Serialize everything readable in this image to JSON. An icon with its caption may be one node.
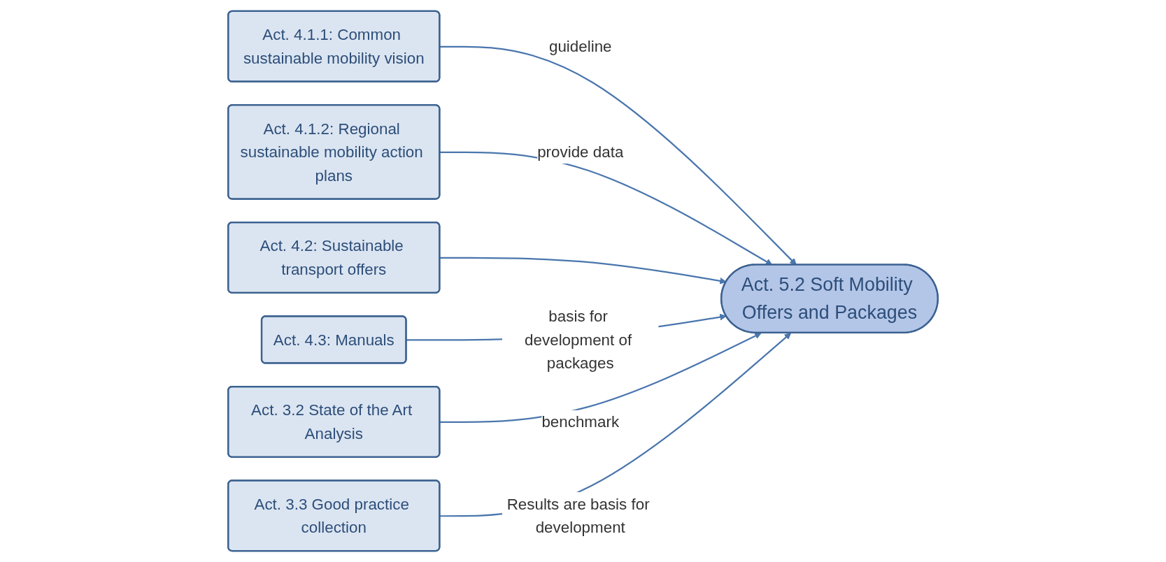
{
  "diagram": {
    "nodes": [
      {
        "text": [
          "Act. 4.1.1: Common sustainable mobility vision"
        ]
      },
      {
        "text": [
          "Act. 4.1.2: Regional sustainable mobility action plans"
        ]
      },
      {
        "text": [
          "Act. 4.2: Sustainable transport offers"
        ]
      },
      {
        "text": [
          "Act. 4.3: Manuals"
        ]
      },
      {
        "text": [
          "Act. 5.2 Soft Mobility Offers and Packages"
        ]
      },
      {
        "text": [
          "Act. 3.2 State of the Art Analysis"
        ]
      },
      {
        "text": [
          "Act. 3.3 Good practice collection"
        ]
      }
    ],
    "edges": [
      {
        "from": 0,
        "to": 4,
        "arrow": "to",
        "label": "guideline"
      },
      {
        "from": 1,
        "to": 4,
        "arrow": "to",
        "label": "provide data"
      },
      {
        "from": 2,
        "to": 4,
        "arrow": "to"
      },
      {
        "from": 3,
        "to": 4,
        "arrow": "to",
        "label": "basis for development of packages"
      },
      {
        "from": 5,
        "to": 4,
        "arrow": "to",
        "label": "benchmark"
      },
      {
        "from": 6,
        "to": 4,
        "arrow": "to",
        "label": "Results are basis for development"
      }
    ]
  }
}
